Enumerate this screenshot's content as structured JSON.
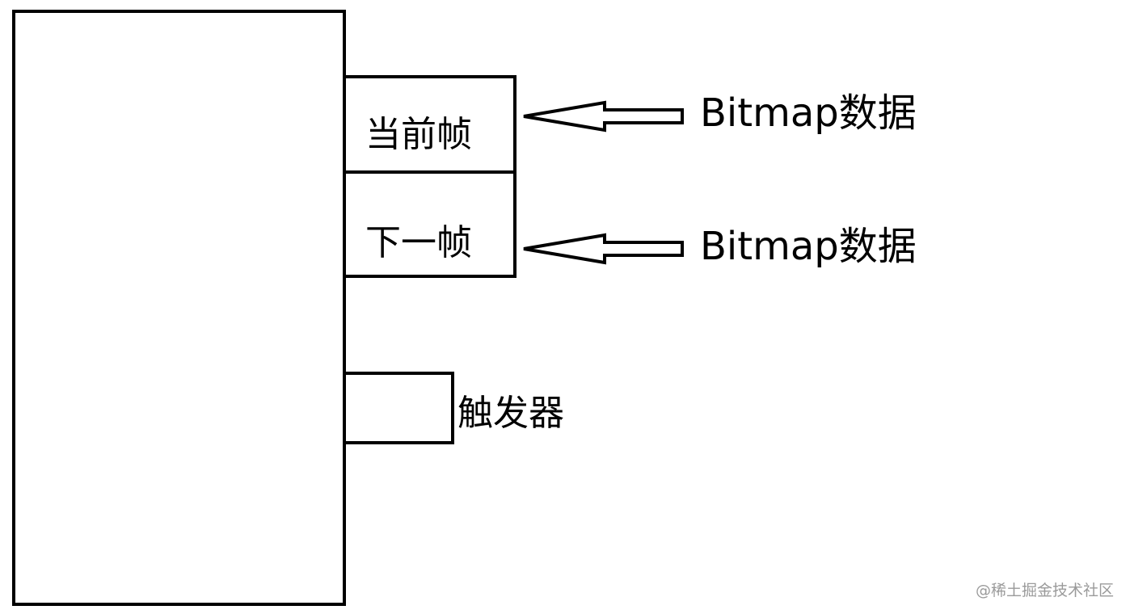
{
  "boxes": {
    "current_frame": "当前帧",
    "next_frame": "下一帧"
  },
  "trigger": {
    "label": "触发器"
  },
  "sources": [
    {
      "label": "Bitmap数据"
    },
    {
      "label": "Bitmap数据"
    }
  ],
  "watermark": "@稀土掘金技术社区",
  "colors": {
    "stroke": "#000000",
    "background": "#ffffff",
    "watermark": "#9a9a9a"
  }
}
